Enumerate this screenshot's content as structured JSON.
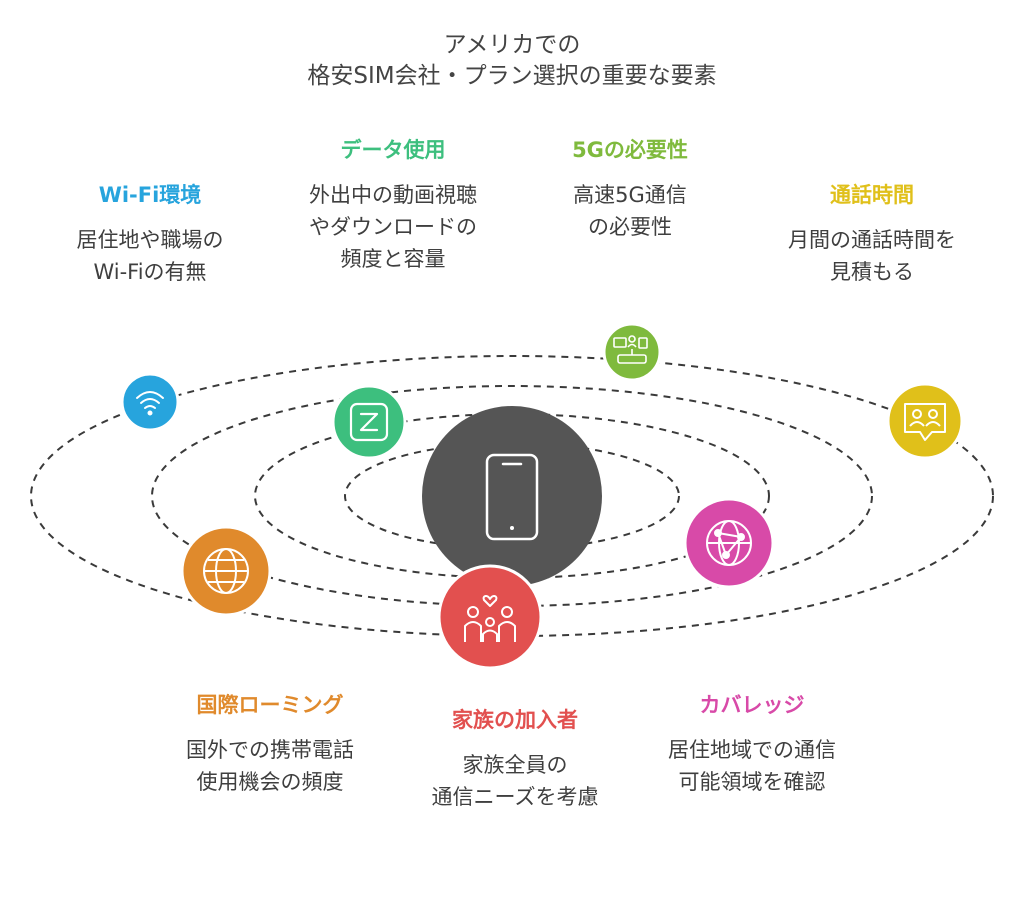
{
  "title": {
    "line1": "アメリカでの",
    "line2": "格安SIM会社・プラン選択の重要な要素"
  },
  "factors": [
    {
      "key": "wifi",
      "heading": "Wi-Fi環境",
      "desc1": "居住地や職場の",
      "desc2": "Wi-Fiの有無",
      "desc3": "",
      "color": "#27a4dd",
      "icon": "wifi-icon"
    },
    {
      "key": "data",
      "heading": "データ使用",
      "desc1": "外出中の動画視聴",
      "desc2": "やダウンロードの",
      "desc3": "頻度と容量",
      "color": "#3dbf7e",
      "icon": "data-icon"
    },
    {
      "key": "5g",
      "heading": "5Gの必要性",
      "desc1": "高速5G通信",
      "desc2": "の必要性",
      "desc3": "",
      "color": "#7fba3d",
      "icon": "network-devices-icon"
    },
    {
      "key": "calltime",
      "heading": "通話時間",
      "desc1": "月間の通話時間を",
      "desc2": "見積もる",
      "desc3": "",
      "color": "#e0c01a",
      "icon": "conversation-icon"
    },
    {
      "key": "roaming",
      "heading": "国際ローミング",
      "desc1": "国外での携帯電話",
      "desc2": "使用機会の頻度",
      "desc3": "",
      "color": "#e08a2c",
      "icon": "globe-icon"
    },
    {
      "key": "family",
      "heading": "家族の加入者",
      "desc1": "家族全員の",
      "desc2": "通信ニーズを考慮",
      "desc3": "",
      "color": "#e2504f",
      "icon": "family-icon"
    },
    {
      "key": "coverage",
      "heading": "カバレッジ",
      "desc1": "居住地域での通信",
      "desc2": "可能領域を確認",
      "desc3": "",
      "color": "#d84aa8",
      "icon": "network-globe-icon"
    }
  ],
  "center": {
    "icon": "smartphone-icon",
    "color": "#555555"
  }
}
